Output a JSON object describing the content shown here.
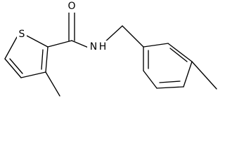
{
  "structure": {
    "atoms": {
      "sulfur": "S",
      "oxygen": "O",
      "amide_nitrogen": "N",
      "amide_hydrogen": "H"
    }
  }
}
